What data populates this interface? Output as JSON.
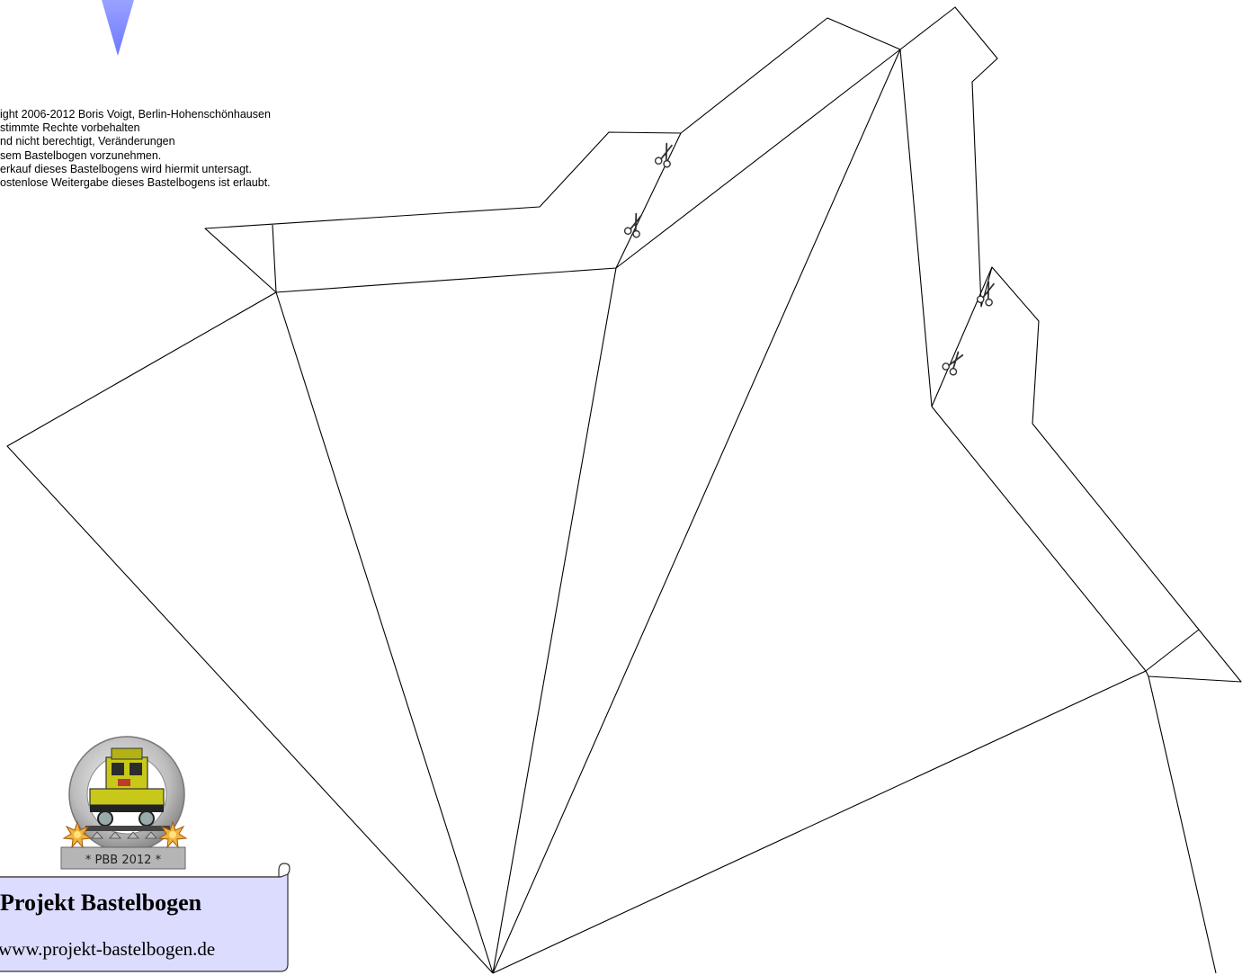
{
  "copyright_lines": [
    "ight  2006-2012 Boris Voigt, Berlin-Hohenschönhausen",
    "stimmte Rechte vorbehalten",
    "nd nicht berechtigt, Veränderungen",
    "sem Bastelbogen vorzunehmen.",
    "erkauf dieses Bastelbogens wird hiermit untersagt.",
    "ostenlose Weitergabe dieses Bastelbogens ist erlaubt."
  ],
  "logo": {
    "badge_label": "* PBB 2012 *",
    "banner_title": "Projekt Bastelbogen",
    "banner_url": "www.projekt-bastelbogen.de"
  },
  "colors": {
    "arrow": "#7b86ff",
    "banner_fill": "#dcdcff",
    "locomotive": "#c8c81a",
    "badge_ring": "#9a9a9a",
    "star": "#d98c1e"
  },
  "icons": [
    "scissors-icon",
    "arrow-marker-icon",
    "locomotive-icon",
    "star-icon"
  ]
}
